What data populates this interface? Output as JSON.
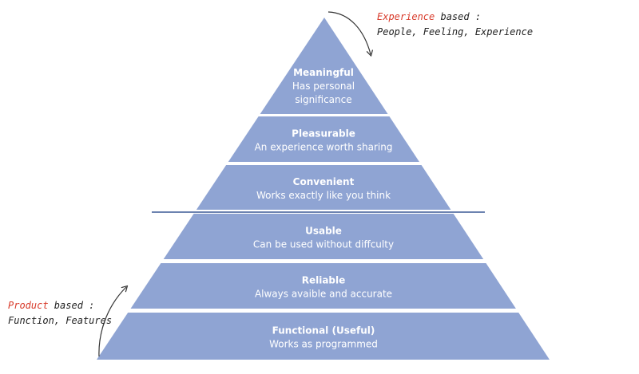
{
  "colors": {
    "band": "#8fa4d3",
    "gap": "#ffffff",
    "divider": "#3b5a96",
    "text": "#ffffff",
    "accent": "#d83a2a",
    "note_text": "#222222",
    "arrow": "#333333"
  },
  "levels": [
    {
      "title": "Meaningful",
      "desc": [
        "Has personal",
        "significance"
      ]
    },
    {
      "title": "Pleasurable",
      "desc": [
        "An experience worth sharing"
      ]
    },
    {
      "title": "Convenient",
      "desc": [
        "Works exactly like you think"
      ]
    },
    {
      "title": "Usable",
      "desc": [
        "Can be used without diffculty"
      ]
    },
    {
      "title": "Reliable",
      "desc": [
        "Always avaible and accurate"
      ]
    },
    {
      "title": "Functional (Useful)",
      "desc": [
        "Works as programmed"
      ]
    }
  ],
  "notes": {
    "experience": {
      "accent": "Experience",
      "rest": " based :",
      "line2": "People, Feeling, Experience"
    },
    "product": {
      "accent": "Product",
      "rest": " based :",
      "line2": "Function, Features"
    }
  }
}
